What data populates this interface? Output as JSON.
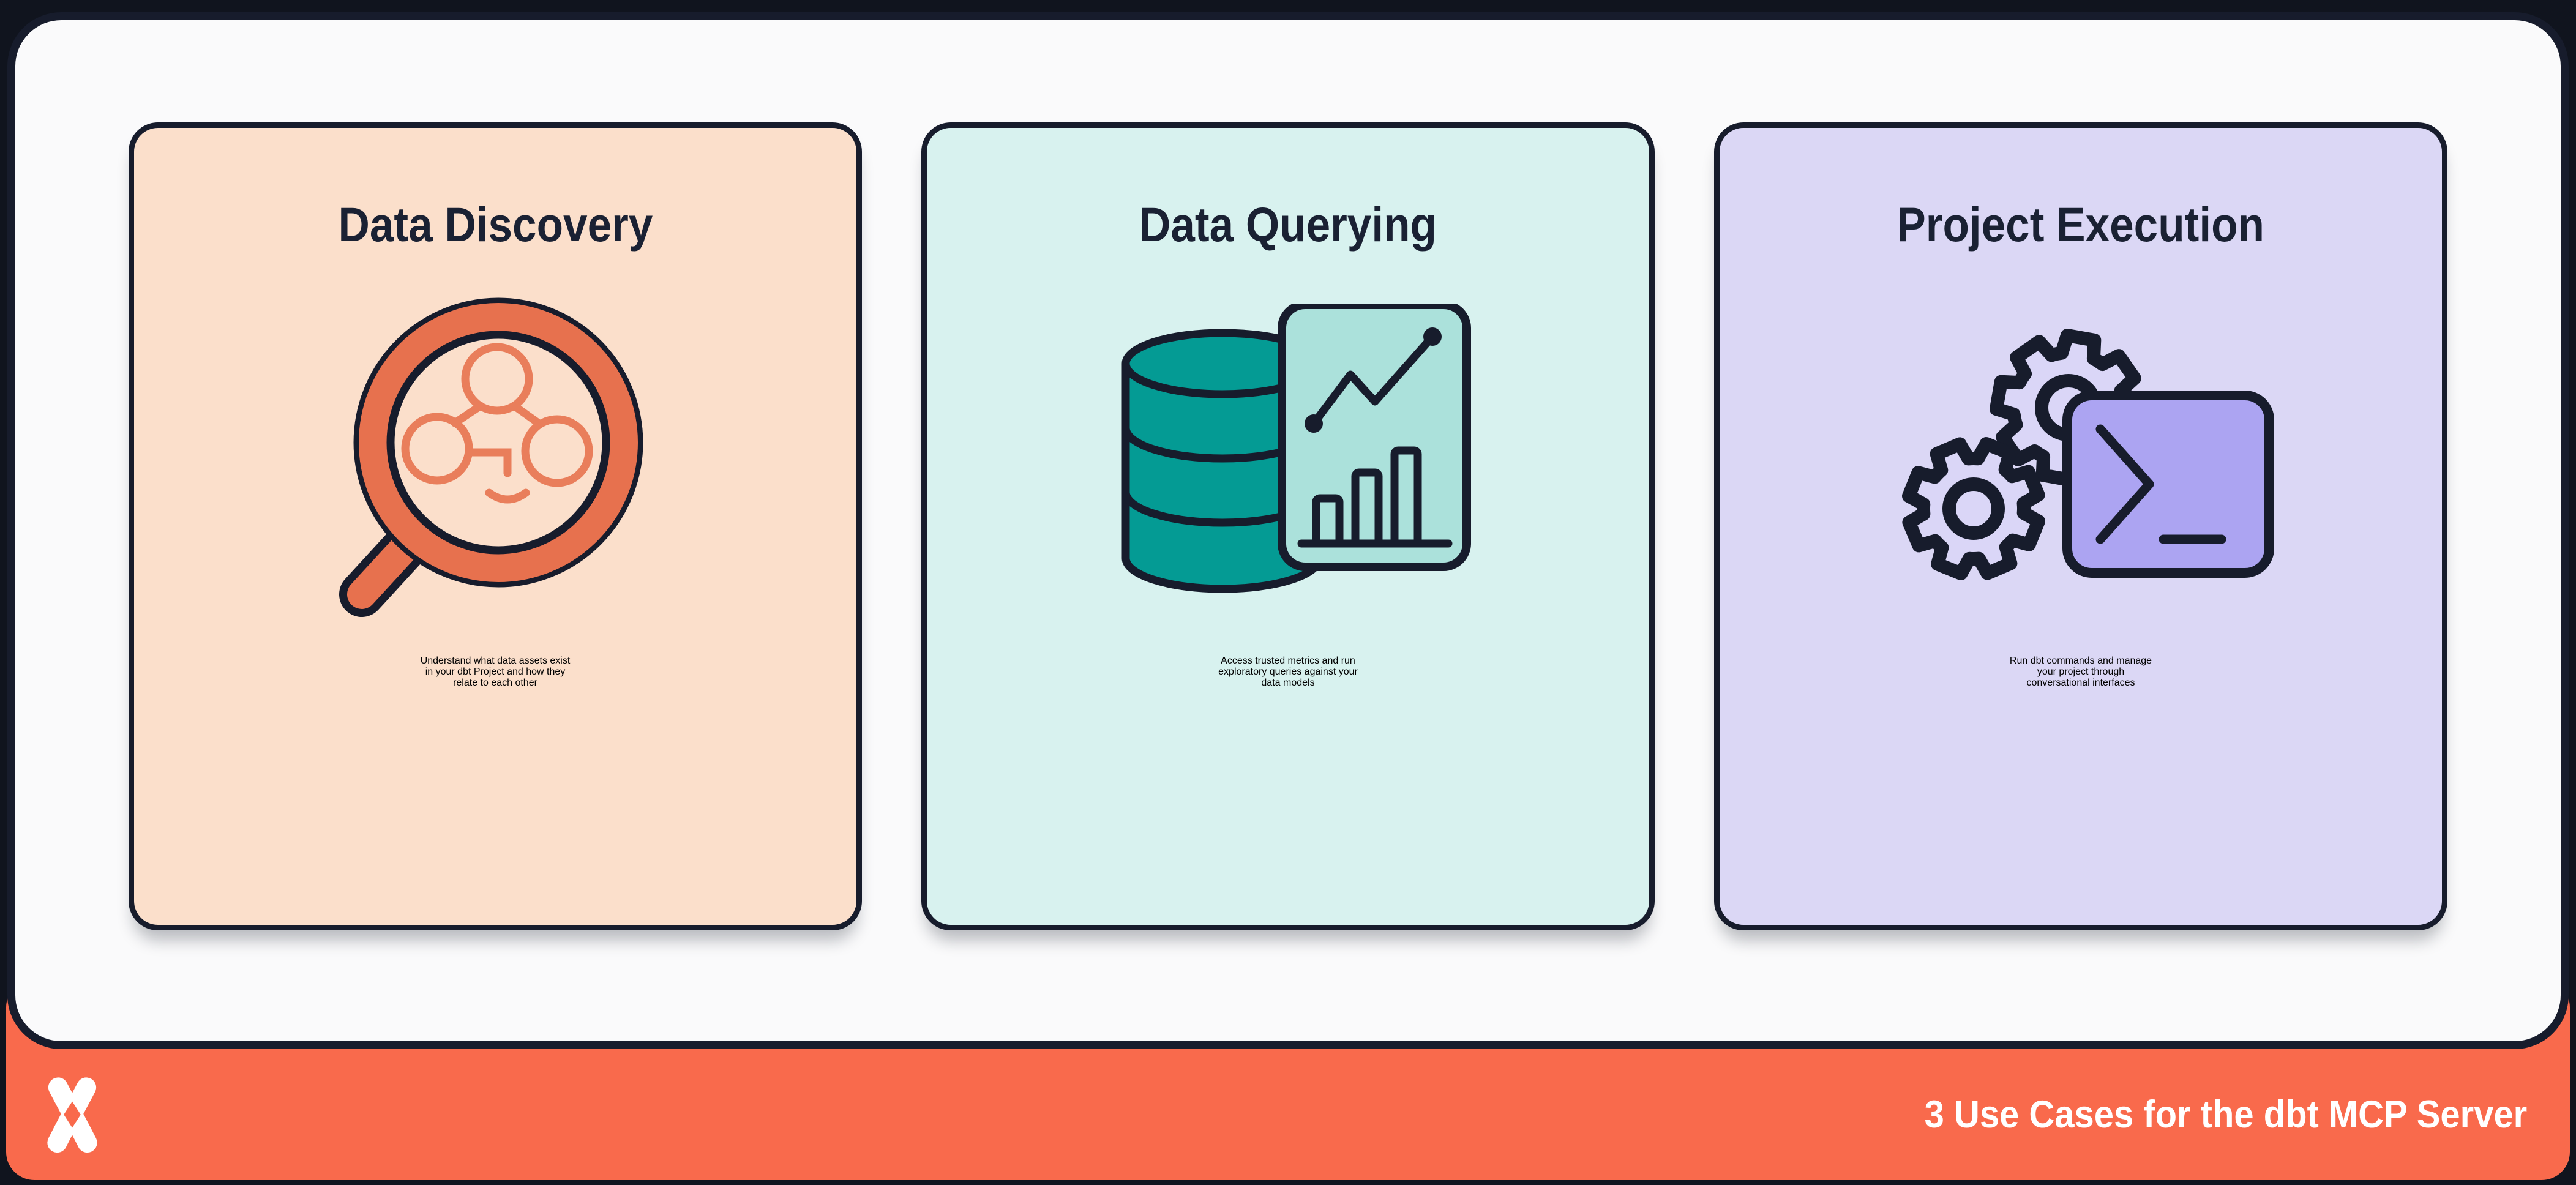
{
  "poster": {
    "background": "#10141E",
    "panel_bg": "#FAFAFB",
    "outline": "#171C2C"
  },
  "cards": [
    {
      "title": "Data Discovery",
      "lines": [
        "Understand what data assets exist",
        "in your dbt Project and how they",
        "relate to each other"
      ],
      "bg": "#FBDFCB",
      "icon": "magnifier-lineage-icon",
      "accent": "#E7714E",
      "accent_light": "#E97E5B"
    },
    {
      "title": "Data Querying",
      "lines": [
        "Access trusted metrics and run",
        "exploratory queries against your",
        "data models"
      ],
      "bg": "#D8F2EF",
      "icon": "database-analytics-icon",
      "accent": "#049B94",
      "accent_light": "#ABE1DB"
    },
    {
      "title": "Project Execution",
      "lines": [
        "Run dbt commands and manage",
        "your project through",
        "conversational interfaces"
      ],
      "bg": "#DBD7F5",
      "icon": "gears-terminal-icon",
      "accent": "#ACA4F2",
      "accent_light": "#DAD6F7"
    }
  ],
  "footer": {
    "label": "3 Use Cases for the dbt MCP Server",
    "bg": "#F96A4C",
    "logo": "dbt-logo-icon",
    "logo_color": "#FFFFFF"
  }
}
